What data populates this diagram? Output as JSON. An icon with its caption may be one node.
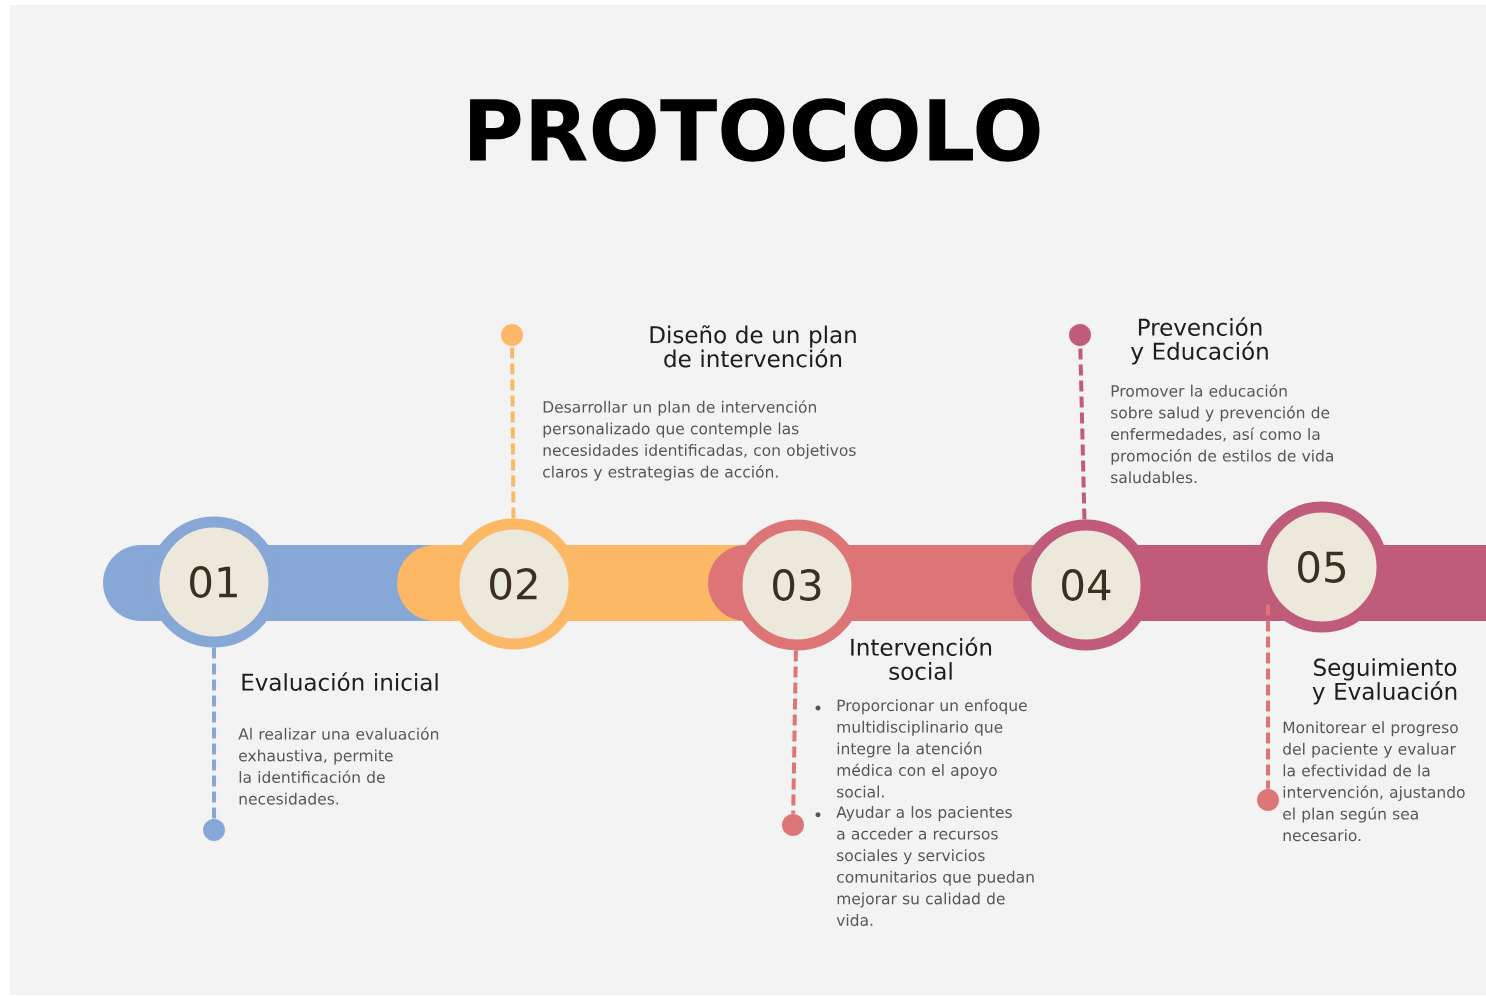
{
  "diagram": {
    "title": "PROTOCOLO",
    "nodes": [
      {
        "text": [
          "01"
        ],
        "beside": [
          "Evaluación inicial"
        ]
      },
      {
        "text": [
          "02"
        ],
        "beside": [
          "Diseño de un plan de intervención",
          "Desarrollar un plan de intervención personalizado que contemple las necesidades identificadas, con objetivos claros y estrategias de acción."
        ]
      },
      {
        "text": [
          "03"
        ],
        "beside": [
          "Intervención social",
          "Proporcionar un enfoque multidisciplinario que integre la atención médica con el apoyo social.",
          "Ayudar a los pacientes a acceder a recursos sociales y servicios comunitarios que puedan mejorar su calidad de vida."
        ]
      },
      {
        "text": [
          "04"
        ],
        "beside": [
          "Prevención y Educación",
          "Promover la educación sobre salud y prevención de enfermedades, así como la promoción de estilos de vida saludables."
        ]
      },
      {
        "text": [
          "05"
        ],
        "beside": [
          "Seguimiento y Evaluación"
        ]
      },
      {
        "text": [],
        "shape": "circle",
        "beside": [
          "Al realizar una evaluación exhaustiva, permite la identificación de necesidades."
        ]
      },
      {
        "text": [],
        "shape": "circle"
      },
      {
        "text": [],
        "shape": "circle"
      },
      {
        "text": [],
        "shape": "circle"
      },
      {
        "text": [],
        "shape": "circle",
        "beside": [
          "Monitorear el progreso del paciente y evaluar la efectividad de la intervención, ajustando el plan según sea necesario."
        ]
      }
    ],
    "edges": [
      {
        "from": 0,
        "to": 5,
        "arrow": "none",
        "style": "dashed",
        "color": "#87a7d6"
      },
      {
        "from": 1,
        "to": 6,
        "arrow": "none",
        "style": "dashed",
        "color": "#fdb866"
      },
      {
        "from": 2,
        "to": 7,
        "arrow": "none",
        "style": "dashed",
        "color": "#dd7577"
      },
      {
        "from": 3,
        "to": 8,
        "arrow": "none",
        "style": "dashed",
        "color": "#c05b7a"
      },
      {
        "from": 4,
        "to": 9,
        "arrow": "none",
        "style": "dashed",
        "color": "#dd7577"
      }
    ]
  }
}
